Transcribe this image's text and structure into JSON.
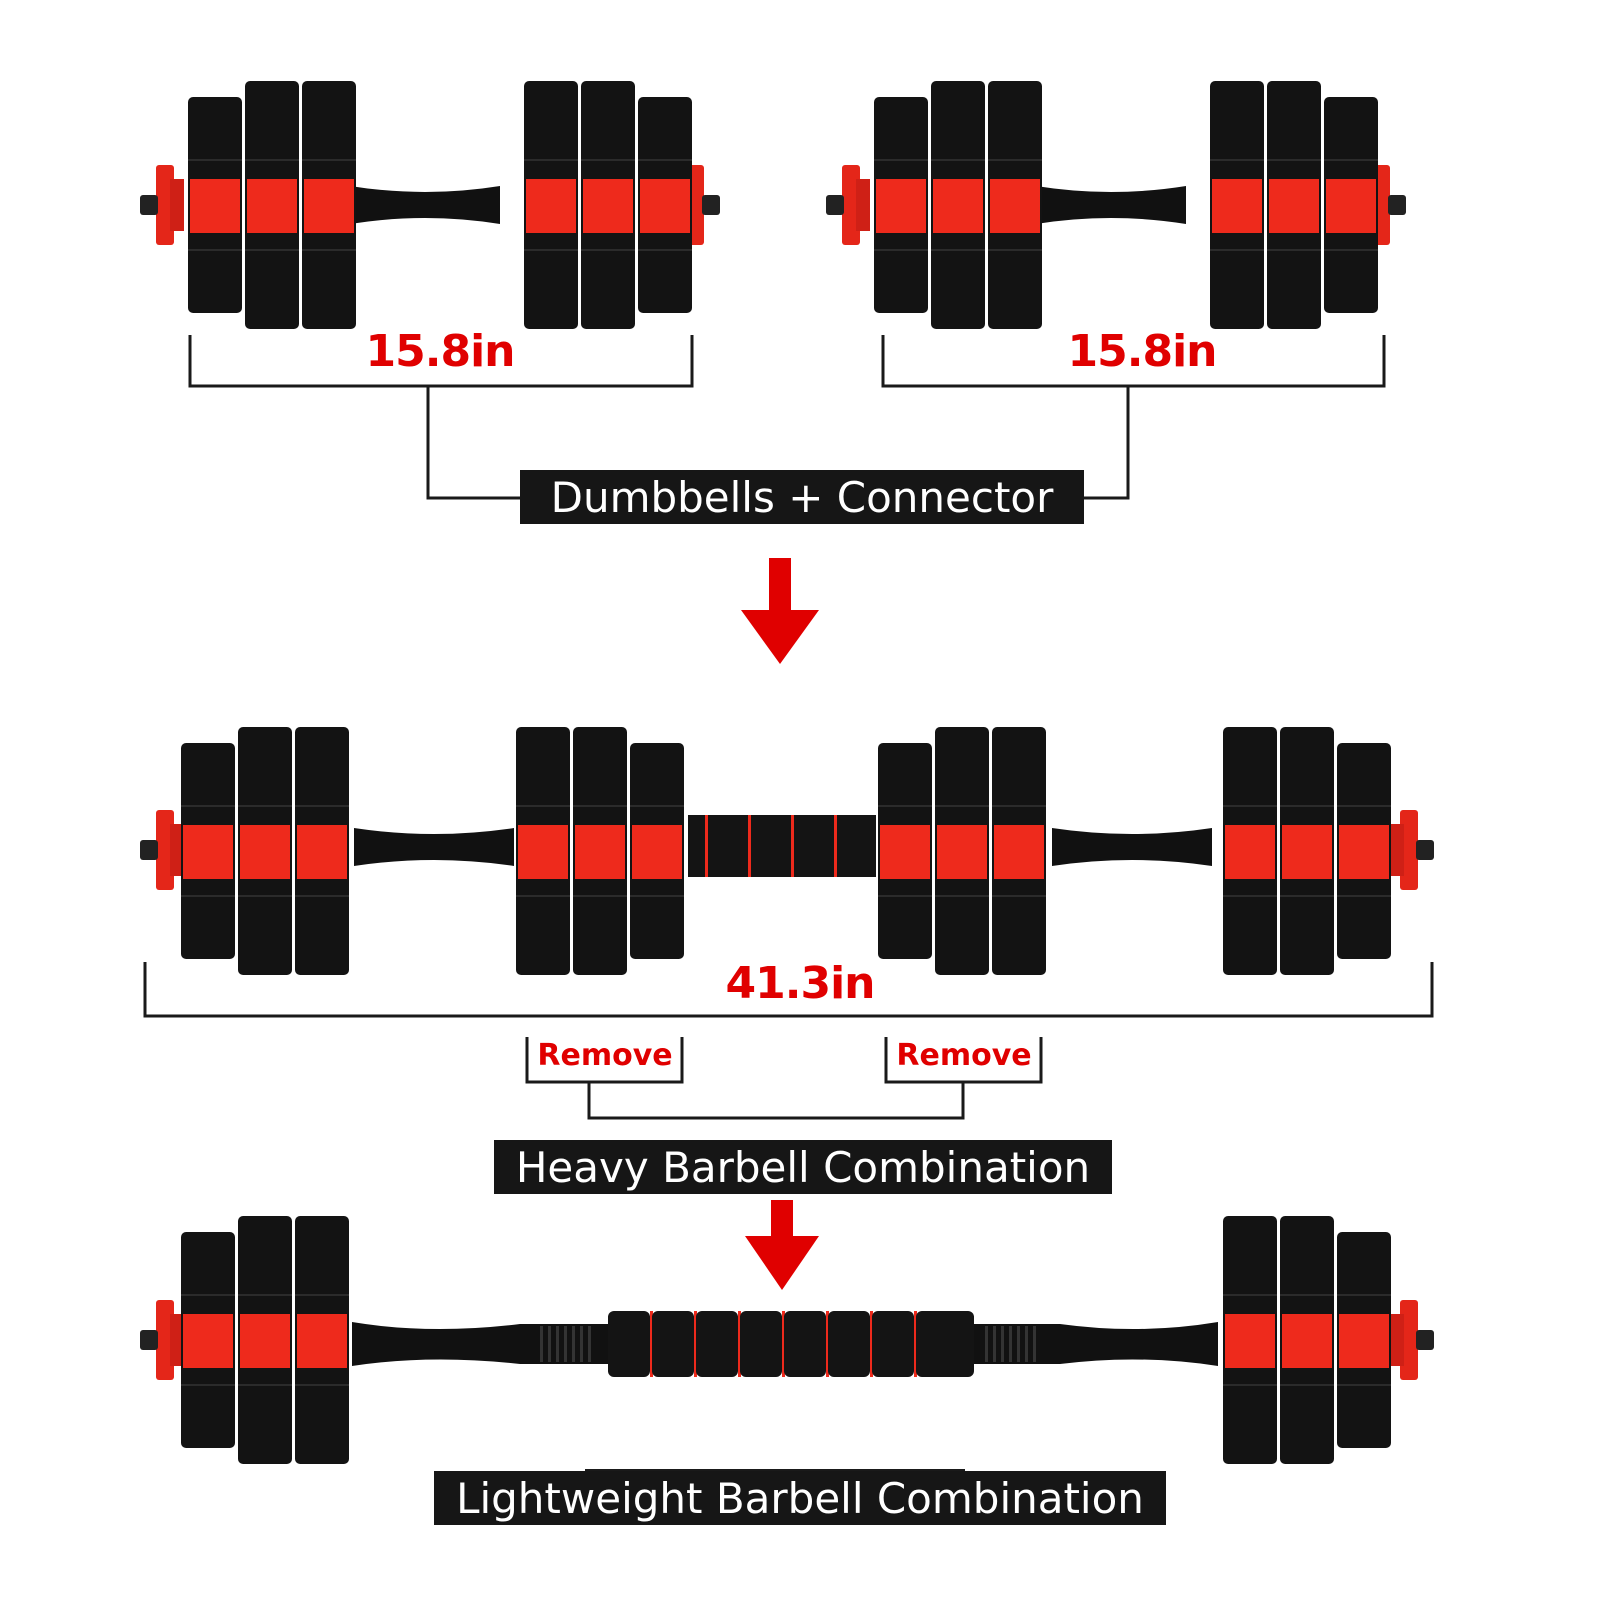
{
  "colors": {
    "plate": "#121212",
    "accent": "#ee2a1c",
    "arrow": "#e00000",
    "label_bg": "#161616",
    "label_text": "#ffffff",
    "bracket": "#1a1a1a"
  },
  "measurements": {
    "dumbbell_left": "15.8in",
    "dumbbell_right": "15.8in",
    "heavy_barbell": "41.3in"
  },
  "remove_labels": [
    "Remove",
    "Remove"
  ],
  "stages": {
    "dumbbells": "Dumbbells + Connector",
    "heavy": "Heavy Barbell Combination",
    "light": "Lightweight Barbell Combination"
  },
  "icons": [
    "arrow-down-icon",
    "arrow-down-icon"
  ]
}
